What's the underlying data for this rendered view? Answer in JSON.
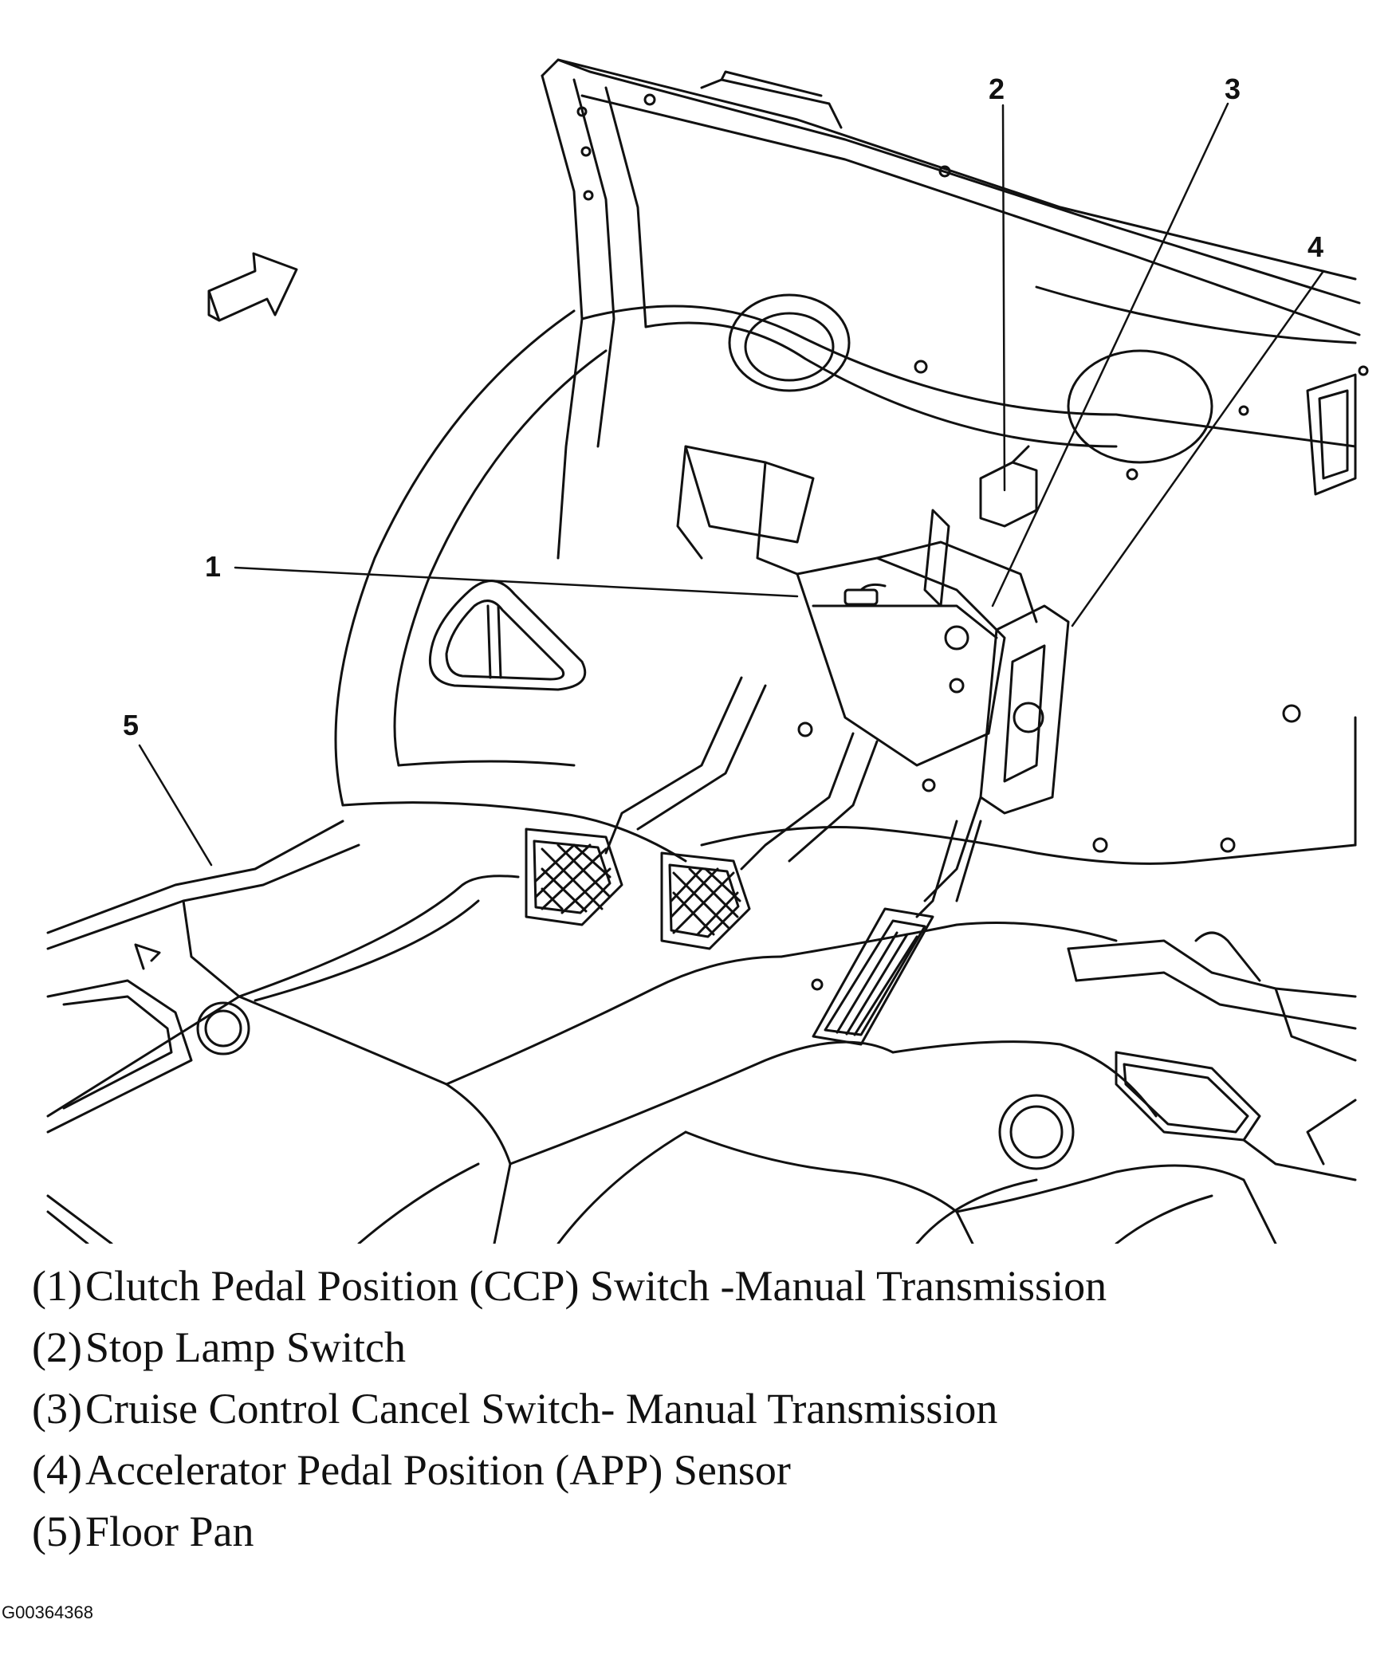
{
  "callouts": [
    {
      "number": "1",
      "label": "Clutch Pedal Position (CCP) Switch -Manual Transmission"
    },
    {
      "number": "2",
      "label": "Stop Lamp Switch"
    },
    {
      "number": "3",
      "label": "Cruise Control Cancel Switch- Manual Transmission"
    },
    {
      "number": "4",
      "label": "Accelerator Pedal Position (APP) Sensor"
    },
    {
      "number": "5",
      "label": "Floor Pan"
    }
  ],
  "legend": [
    {
      "num": "(1)",
      "text": "Clutch Pedal Position (CCP) Switch -Manual Transmission"
    },
    {
      "num": "(2)",
      "text": "Stop Lamp Switch"
    },
    {
      "num": "(3)",
      "text": "Cruise Control Cancel Switch- Manual Transmission"
    },
    {
      "num": "(4)",
      "text": "Accelerator Pedal Position (APP) Sensor"
    },
    {
      "num": "(5)",
      "text": "Floor Pan"
    }
  ],
  "figure_id": "G00364368",
  "icons": {
    "direction_arrow": "forward-arrow-icon"
  }
}
